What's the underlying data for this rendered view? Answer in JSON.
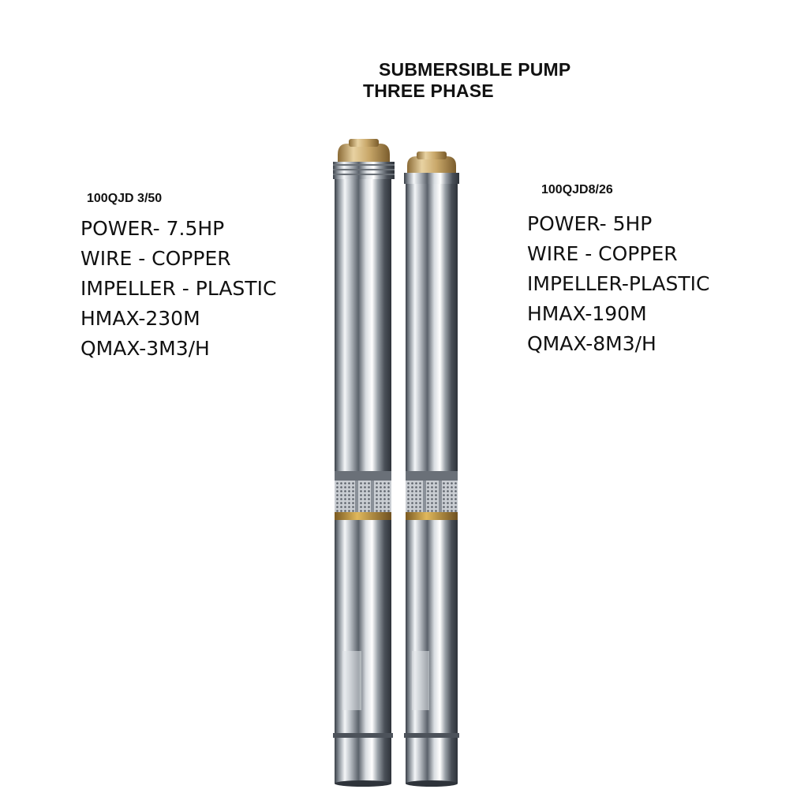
{
  "header": {
    "title_line1": "SUBMERSIBLE PUMP",
    "title_line2": "THREE PHASE"
  },
  "pumps": [
    {
      "model": "100QJD 3/50",
      "specs": [
        "POWER- 7.5HP",
        "WIRE - COPPER",
        "IMPELLER - PLASTIC",
        "HMAX-230M",
        "QMAX-3M3/H"
      ]
    },
    {
      "model": "100QJD8/26",
      "specs": [
        "POWER- 5HP",
        "WIRE - COPPER",
        "IMPELLER-PLASTIC",
        "HMAX-190M",
        "QMAX-8M3/H"
      ]
    }
  ],
  "colors": {
    "background": "#ffffff",
    "text": "#111111",
    "steel_dark": "#3a4048",
    "steel_light": "#f4f6f8",
    "brass": "#c9a86a"
  }
}
